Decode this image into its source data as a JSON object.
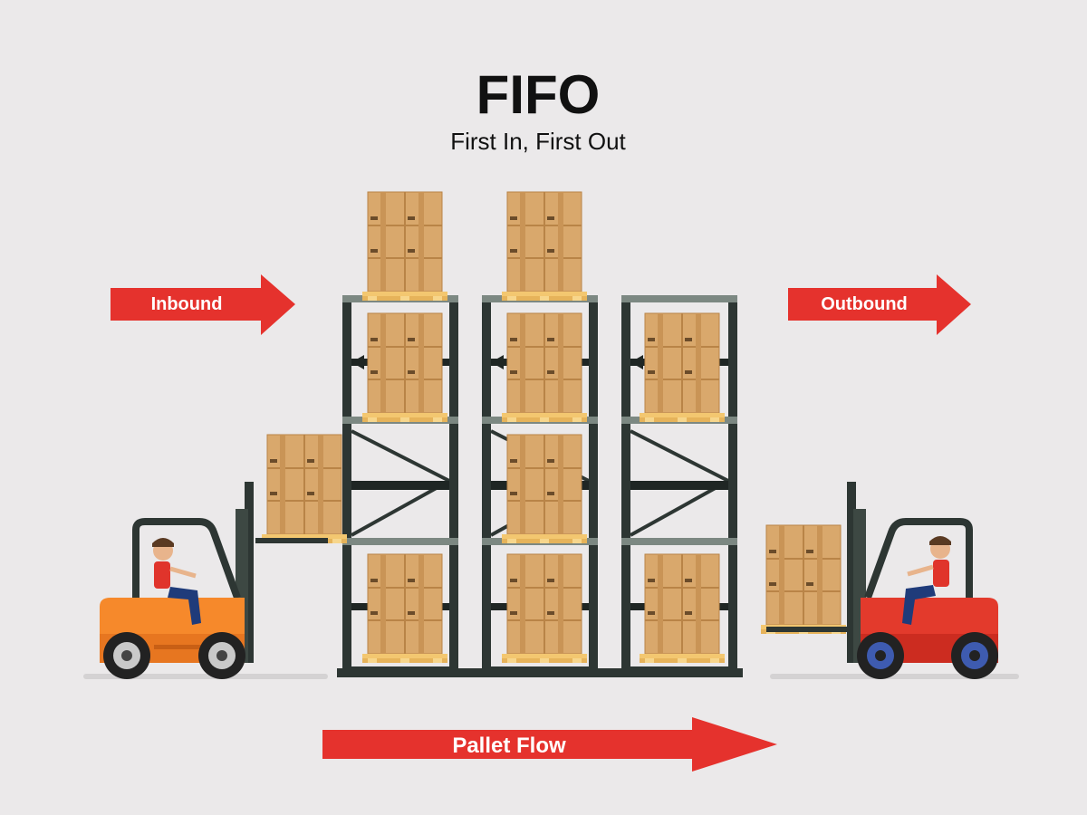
{
  "title": "FIFO",
  "subtitle": "First In, First Out",
  "arrows": {
    "inbound": "Inbound",
    "outbound": "Outbound",
    "pallet_flow": "Pallet Flow"
  },
  "colors": {
    "background": "#ebe9ea",
    "arrow_red": "#e5322d",
    "rack_frame": "#2d3633",
    "box": "#d9a86c",
    "box_dark": "#c99456",
    "pallet": "#f3c770",
    "forklift_left": "#f6892b",
    "forklift_right": "#e33a2c"
  },
  "icons": {
    "left_forklift": "forklift-icon",
    "right_forklift": "forklift-icon",
    "rack": "pallet-rack-icon",
    "box_stack": "cardboard-box-stack-icon"
  }
}
